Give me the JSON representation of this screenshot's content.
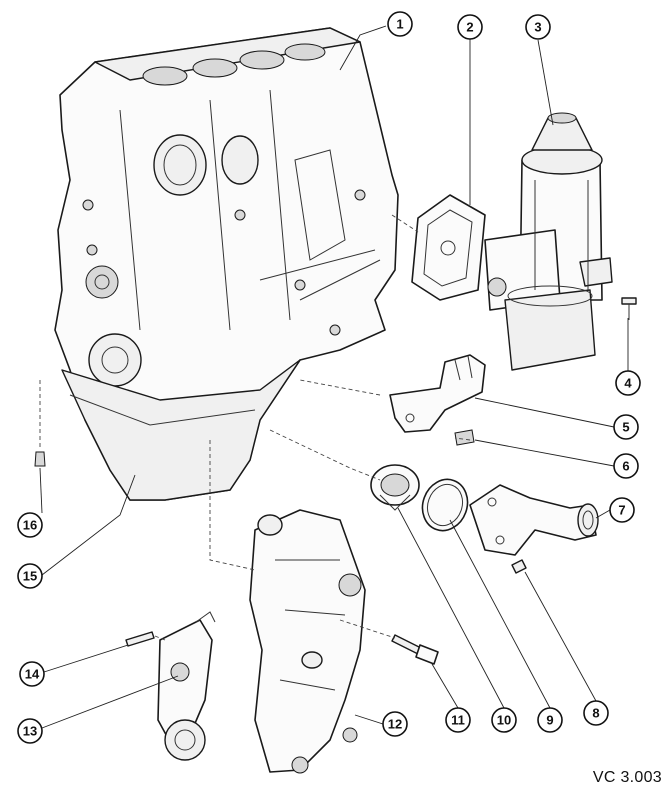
{
  "reference_code": "VC 3.003",
  "callouts": [
    "1",
    "2",
    "3",
    "4",
    "5",
    "6",
    "7",
    "8",
    "9",
    "10",
    "11",
    "12",
    "13",
    "14",
    "15",
    "16"
  ]
}
